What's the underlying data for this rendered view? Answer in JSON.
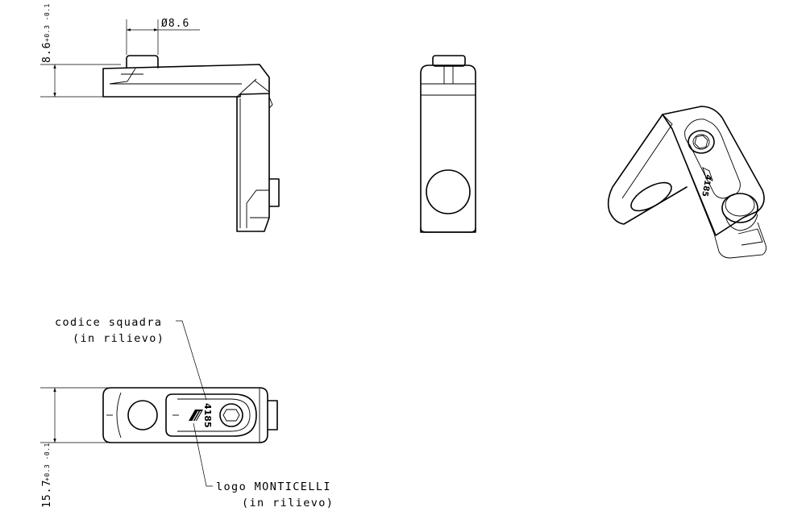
{
  "dimensions": {
    "height_top": "8.6",
    "height_top_tol": "+0.3 -0.1",
    "diameter": "Ø8.6",
    "width_bottom": "15.7",
    "width_bottom_tol": "+0.3 -0.1"
  },
  "annotations": {
    "code_label_line1": "codice squadra",
    "code_label_line2": "(in rilievo)",
    "logo_label_line1": "logo MONTICELLI",
    "logo_label_line2": "(in rilievo)"
  },
  "embossed": {
    "code": "4185"
  }
}
